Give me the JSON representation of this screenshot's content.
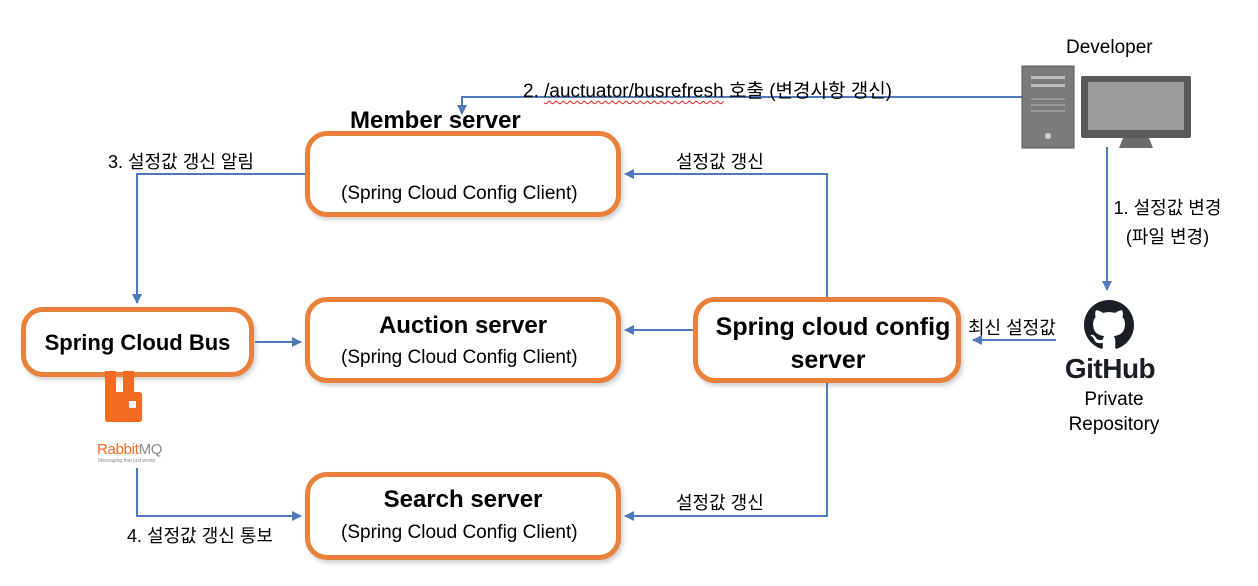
{
  "developer": {
    "label": "Developer"
  },
  "step2": {
    "prefix": "2.  ",
    "endpoint": "/auctuator/busrefresh",
    "suffix": " 호출 (변경사항 갱신)"
  },
  "member_server": {
    "title": "Member server",
    "subtitle": "(Spring Cloud Config Client)"
  },
  "auction_server": {
    "title": "Auction server",
    "subtitle": "(Spring Cloud Config Client)"
  },
  "search_server": {
    "title": "Search server",
    "subtitle": "(Spring Cloud Config Client)"
  },
  "config_server": {
    "title_line1": "Spring cloud config",
    "title_line2": "server"
  },
  "bus": {
    "title": "Spring Cloud Bus"
  },
  "rabbitmq": {
    "name_part1": "Rabbit",
    "name_part2": "MQ",
    "tagline": "Messaging that just works"
  },
  "github": {
    "wordmark": "GitHub",
    "caption_line1": "Private",
    "caption_line2": "Repository"
  },
  "labels": {
    "step1_line1": "1. 설정값 변경",
    "step1_line2": "(파일 변경)",
    "step3": "3. 설정값 갱신 알림",
    "step4": "4. 설정값 갱신 통보",
    "config_update_top": "설정값 갱신",
    "config_update_bottom": "설정값 갱신",
    "latest_config": "최신 설정값"
  },
  "colors": {
    "box_border": "#E9813A",
    "arrow": "#4F79B8",
    "rabbit_orange": "#F26B22",
    "github": "#1B1F23"
  }
}
